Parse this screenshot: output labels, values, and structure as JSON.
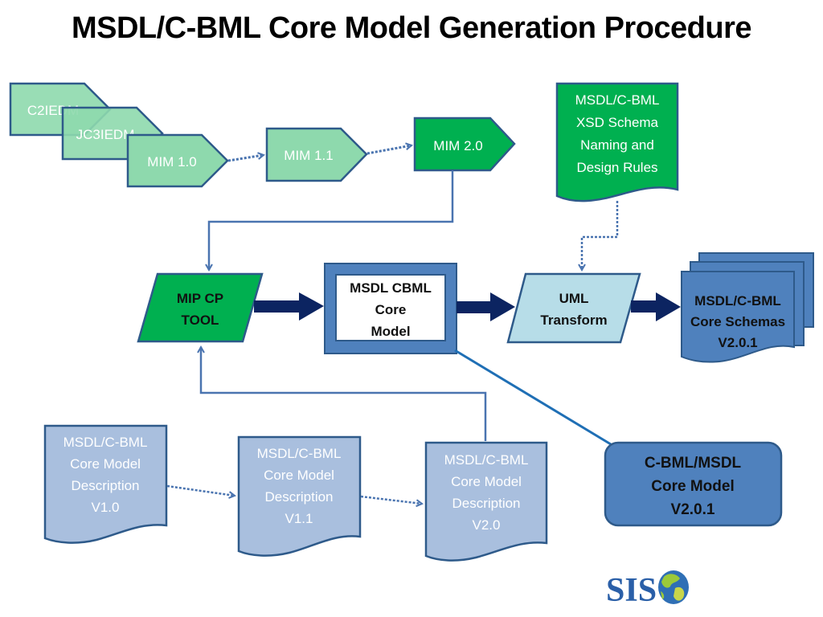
{
  "title": "MSDL/C-BML Core Model Generation Procedure",
  "colors": {
    "light_green": "#8ed9ad",
    "dark_green": "#00b050",
    "stroke_blue": "#2e5a8a",
    "mid_blue": "#4f81bd",
    "light_blue": "#b7dde8",
    "pale_blue": "#a9bfde",
    "navy": "#0c2461"
  },
  "nodes": {
    "c2iedm": "C2IEDM",
    "jc3iedm": "JC3IEDM",
    "mim10": "MIM 1.0",
    "mim11": "MIM 1.1",
    "mim20": "MIM 2.0",
    "xsd_rules": [
      "MSDL/C-BML",
      "XSD Schema",
      "Naming and",
      "Design Rules"
    ],
    "mip_tool": [
      "MIP CP",
      "TOOL"
    ],
    "core_model": [
      "MSDL CBML",
      "Core",
      "Model"
    ],
    "uml_transform": [
      "UML",
      "Transform"
    ],
    "core_schemas": [
      "MSDL/C-BML",
      "Core Schemas",
      "V2.0.1"
    ],
    "desc_v10": [
      "MSDL/C-BML",
      "Core Model",
      "Description",
      "V1.0"
    ],
    "desc_v11": [
      "MSDL/C-BML",
      "Core Model",
      "Description",
      "V1.1"
    ],
    "desc_v20": [
      "MSDL/C-BML",
      "Core Model",
      "Description",
      "V2.0"
    ],
    "core_model_v201": [
      "C-BML/MSDL",
      "Core Model",
      "V2.0.1"
    ]
  },
  "logo": {
    "text": "SIS",
    "icon": "globe-icon"
  }
}
